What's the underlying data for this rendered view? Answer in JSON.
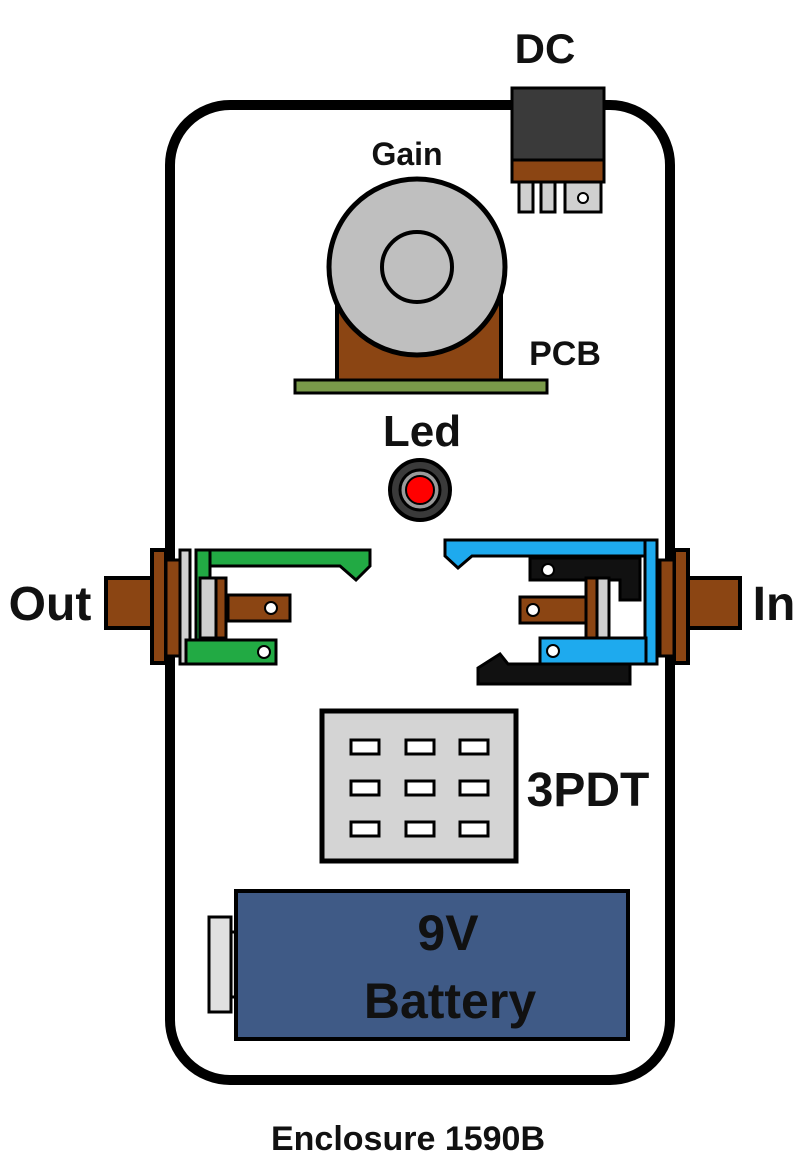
{
  "labels": {
    "dc": "DC",
    "gain": "Gain",
    "pcb": "PCB",
    "led": "Led",
    "out": "Out",
    "in": "In",
    "switch": "3PDT",
    "battery_line1": "9V",
    "battery_line2": "Battery",
    "caption": "Enclosure 1590B"
  },
  "colors": {
    "outline": "#000000",
    "brown": "#8b4513",
    "pot_grey": "#bfbfbf",
    "pcb_green": "#7a9a4a",
    "led_red": "#ff0000",
    "jack_green": "#22aa44",
    "jack_blue": "#1eaaee",
    "battery_blue": "#3f5a86",
    "switch_grey": "#d4d4d4"
  }
}
